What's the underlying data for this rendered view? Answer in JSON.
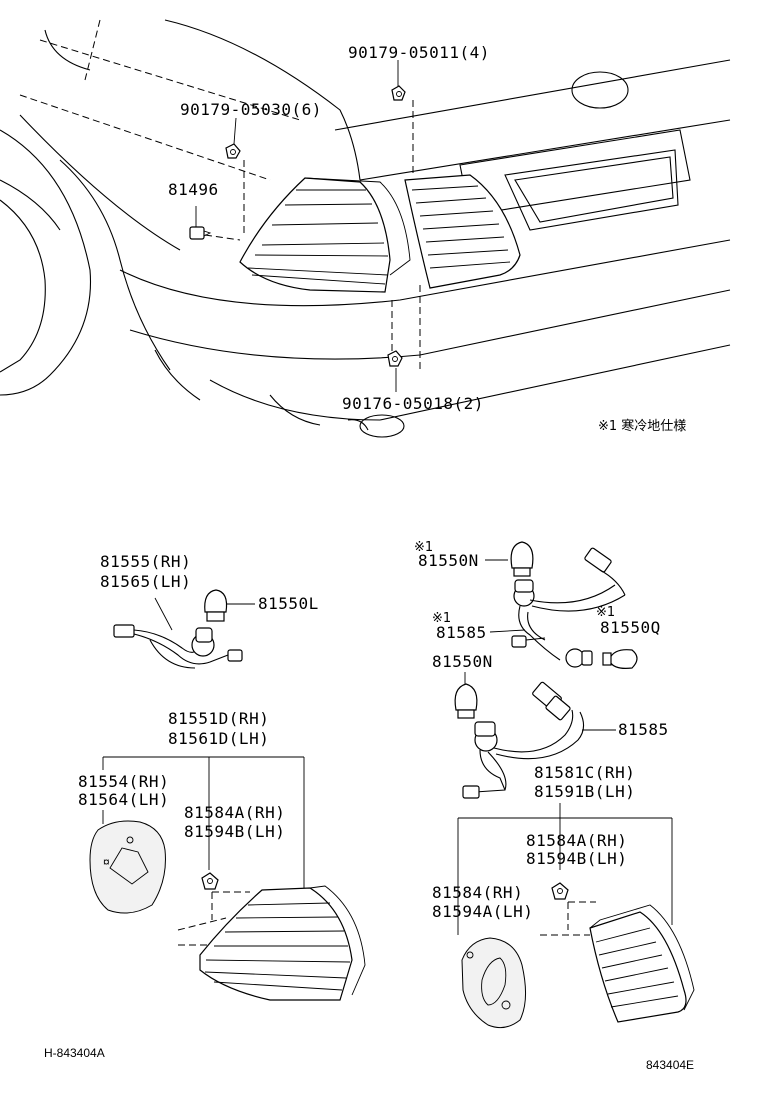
{
  "diagram": {
    "upper": {
      "part_90179_05011": "90179-05011(4)",
      "part_90179_05030": "90179-05030(6)",
      "part_81496": "81496",
      "part_90176_05018": "90176-05018(2)",
      "note": "※1 寒冷地仕様"
    },
    "left": {
      "socket_rh": "81555(RH)",
      "socket_lh": "81565(LH)",
      "bulb": "81550L",
      "lamp_rh": "81551D(RH)",
      "lamp_lh": "81561D(LH)",
      "gasket_rh": "81554(RH)",
      "gasket_lh": "81564(LH)",
      "nut_rh": "81584A(RH)",
      "nut_lh": "81594B(LH)"
    },
    "right": {
      "mark1": "※1",
      "bulb_n1": "81550N",
      "mark2": "※1",
      "wire1": "81585",
      "mark3": "※1",
      "bulb_q": "81550Q",
      "bulb_n2": "81550N",
      "wire2": "81585",
      "lamp_rh": "81581C(RH)",
      "lamp_lh": "81591B(LH)",
      "nut_rh": "81584A(RH)",
      "nut_lh": "81594B(LH)",
      "gasket_rh": "81584(RH)",
      "gasket_lh": "81594A(LH)"
    },
    "footer": {
      "left_code": "H-843404A",
      "right_code": "843404E"
    }
  }
}
